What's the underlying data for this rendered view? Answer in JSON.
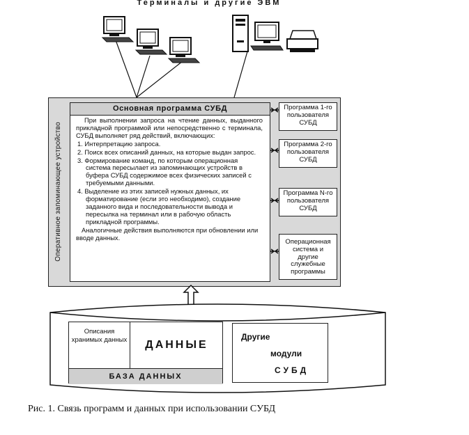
{
  "header": {
    "title": "Терминалы и другие ЭВМ"
  },
  "ram": {
    "label": "Оперативное запоминающее устройство"
  },
  "main_program": {
    "title": "Основная программа СУБД",
    "intro": "При выполнении запроса на чтение данных, выданного прикладной программой или непосредственно с терминала, СУБД выполняет ряд действий, включающих:",
    "steps": [
      "1. Интерпретацию запроса.",
      "2. Поиск всех описаний данных, на которые выдан запрос.",
      "3. Формирование команд, по которым операционная система пересылает из запоминающих устройств в буфера СУБД содержимое всех физических записей с требуемыми данными.",
      "4. Выделение из этих записей нужных данных, их форматирование (если это необходимо), создание заданного вида и последовательности вывода и пересылка на терминал или в рабочую область прикладной программы."
    ],
    "tail": "Аналогичные действия выполняются при обновлении или вводе данных."
  },
  "user_programs": [
    "Программа 1-го пользователя СУБД",
    "Программа 2-го пользователя СУБД",
    "Программа N-го пользователя СУБД"
  ],
  "ellipsis": "...",
  "os_box": "Операционная система и другие служебные программы",
  "database": {
    "descriptions": "Описания хранимых данных",
    "data": "ДАННЫЕ",
    "label": "БАЗА ДАННЫХ",
    "other_modules_1": "Другие",
    "other_modules_2": "модули",
    "other_modules_3": "СУБД"
  },
  "caption": "Рис. 1. Связь программ и данных при использовании СУБД"
}
